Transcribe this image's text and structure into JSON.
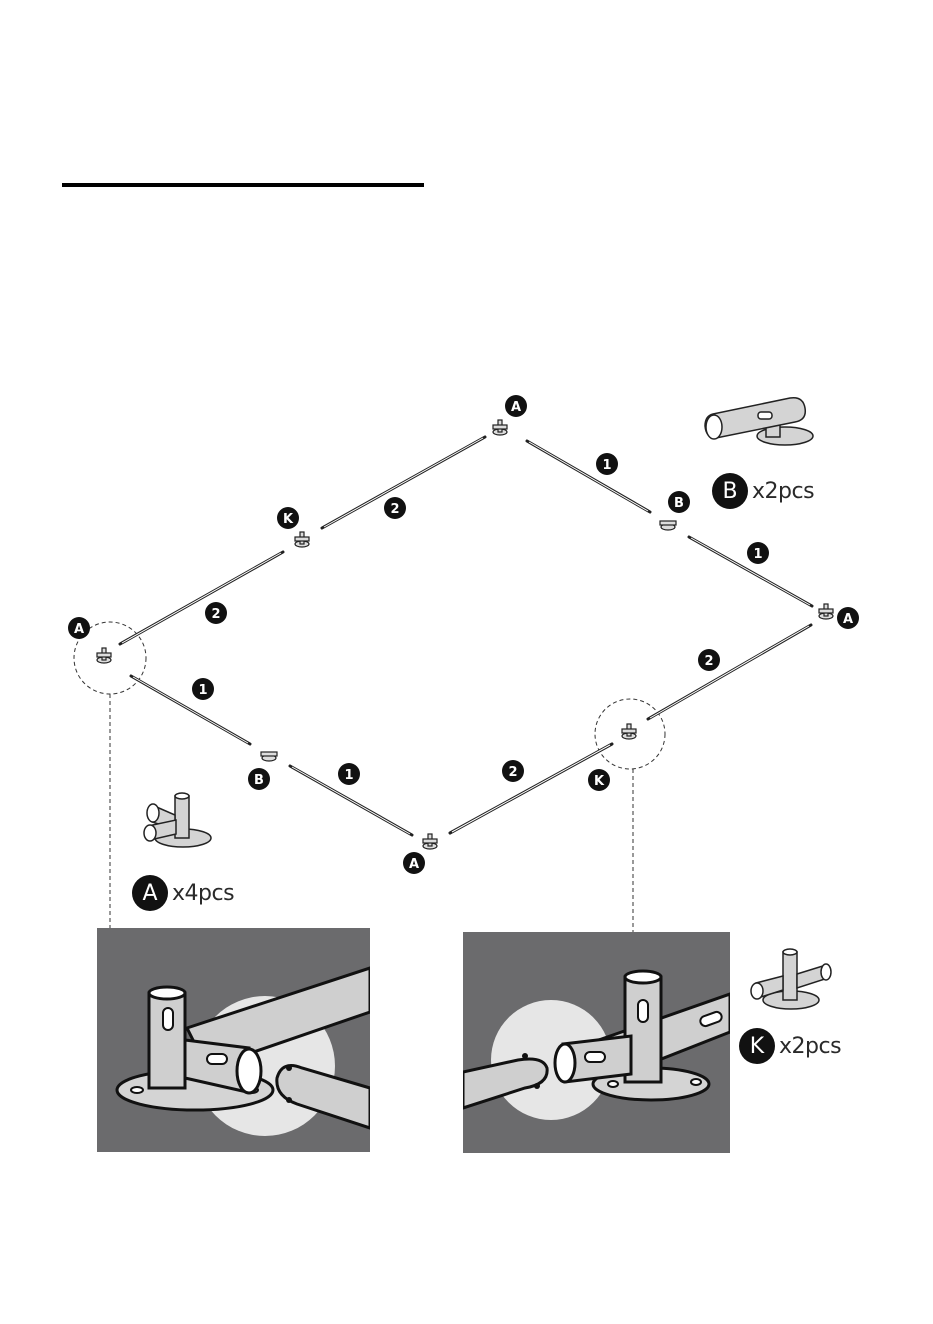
{
  "parts": {
    "A": {
      "letter": "A",
      "qty": "x4pcs"
    },
    "B": {
      "letter": "B",
      "qty": "x2pcs"
    },
    "K": {
      "letter": "K",
      "qty": "x2pcs"
    }
  },
  "tube_numbers": {
    "one": "1",
    "two": "2"
  },
  "colors": {
    "ink": "#111111",
    "inset_bg": "#6b6b6d",
    "highlight": "#e8e8e8",
    "part_fill": "#cfcfcf"
  }
}
